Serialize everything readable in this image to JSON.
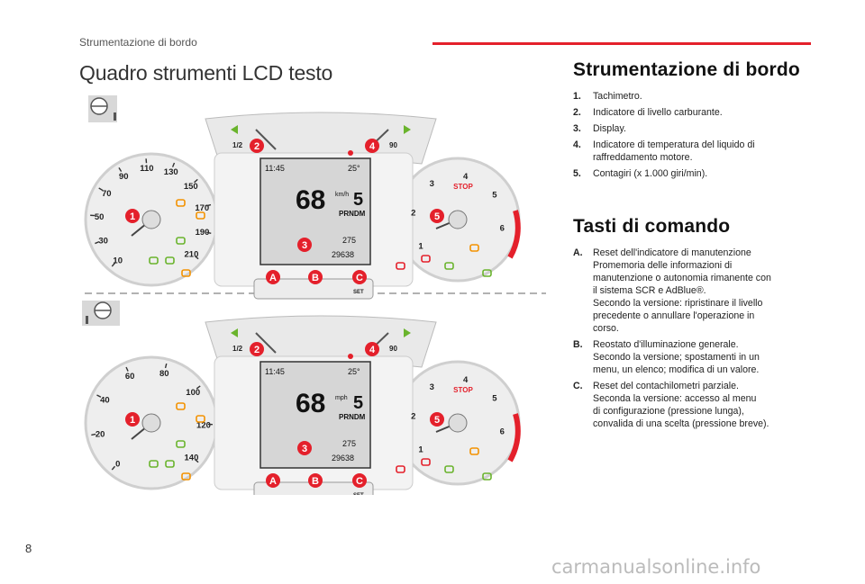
{
  "header": {
    "section": "Strumentazione di bordo"
  },
  "page_title": "Quadro strumenti LCD testo",
  "page_number": "8",
  "watermark": "carmanualsonline.info",
  "right": {
    "title1": "Strumentazione di bordo",
    "items1": [
      {
        "num": "1.",
        "lines": [
          "Tachimetro."
        ]
      },
      {
        "num": "2.",
        "lines": [
          "Indicatore di livello carburante."
        ]
      },
      {
        "num": "3.",
        "lines": [
          "Display."
        ]
      },
      {
        "num": "4.",
        "lines": [
          "Indicatore di temperatura del liquido di",
          "raffreddamento motore."
        ]
      },
      {
        "num": "5.",
        "lines": [
          "Contagiri (x 1.000 giri/min)."
        ]
      }
    ],
    "title2": "Tasti di comando",
    "items2": [
      {
        "num": "A.",
        "lines": [
          "Reset dell'indicatore di manutenzione",
          "Promemoria delle informazioni di",
          "manutenzione o autonomia rimanente con",
          "il sistema SCR e AdBlue®.",
          "Secondo la versione: ripristinare il livello",
          "precedente o annullare l'operazione in",
          "corso."
        ]
      },
      {
        "num": "B.",
        "lines": [
          "Reostato d'illuminazione generale.",
          "Secondo la versione; spostamenti in un",
          "menu, un elenco; modifica di un valore."
        ]
      },
      {
        "num": "C.",
        "lines": [
          "Reset del contachilometri parziale.",
          "Seconda la versione: accesso al menu",
          "di configurazione (pressione lunga),",
          "convalida di una scelta (pressione breve)."
        ]
      }
    ]
  },
  "clusters": [
    {
      "speed_ticks": [
        "10",
        "30",
        "50",
        "70",
        "90",
        "110",
        "130",
        "150",
        "170",
        "190",
        "210"
      ],
      "display": {
        "time": "11:45",
        "temp": "25°",
        "speed": "68",
        "gear": "5",
        "prnd": "PRNDM",
        "range": "275",
        "odo": "29638",
        "unit": "km/h"
      },
      "temp_top": "90",
      "fuel_label": "1/2"
    },
    {
      "speed_ticks": [
        "0",
        "20",
        "40",
        "60",
        "80",
        "100",
        "120",
        "140"
      ],
      "display": {
        "time": "11:45",
        "temp": "25°",
        "speed": "68",
        "gear": "5",
        "prnd": "PRNDM",
        "range": "275",
        "odo": "29638",
        "unit": "mph"
      },
      "temp_top": "90",
      "fuel_label": "1/2"
    }
  ],
  "rpm_ticks": [
    "1",
    "2",
    "3",
    "4",
    "5",
    "6"
  ],
  "callouts": [
    "1",
    "2",
    "3",
    "4",
    "5",
    "A",
    "B",
    "C"
  ],
  "stop_label": "STOP",
  "set_label": "SET",
  "colors": {
    "callout": "#e4202b",
    "warning_green": "#6ab42d",
    "warning_orange": "#f39200",
    "warning_red": "#e4202b"
  }
}
